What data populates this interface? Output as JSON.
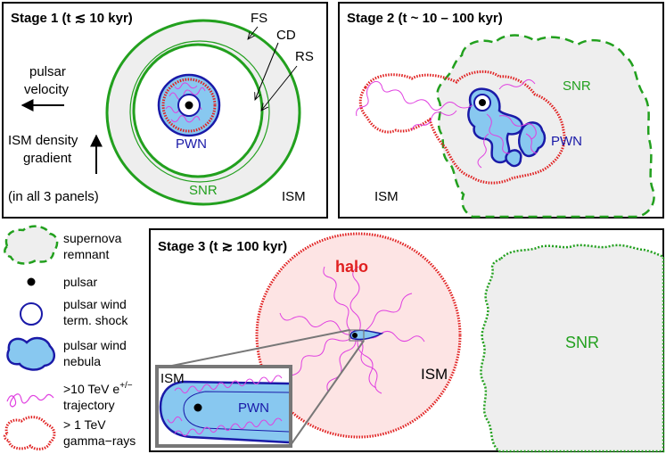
{
  "panels": {
    "stage1": {
      "title": "Stage 1 (t ≲ 10 kyr)",
      "labels": {
        "fs": "FS",
        "cd": "CD",
        "rs": "RS",
        "pwn": "PWN",
        "snr": "SNR",
        "ism": "ISM",
        "velocity_line1": "pulsar",
        "velocity_line2": "velocity",
        "gradient_line1": "ISM density",
        "gradient_line2": "gradient",
        "all_panels": "(in all 3 panels)"
      }
    },
    "stage2": {
      "title": "Stage 2 (t ~ 10 – 100 kyr)",
      "labels": {
        "snr": "SNR",
        "pwn": "PWN",
        "ism": "ISM"
      }
    },
    "stage3": {
      "title": "Stage 3 (t ≳ 100 kyr)",
      "labels": {
        "halo": "halo",
        "ism": "ISM",
        "snr": "SNR",
        "inset_ism": "ISM",
        "inset_pwn": "PWN"
      }
    }
  },
  "legend": [
    {
      "icon": "snr-outline-icon",
      "line1": "supernova",
      "line2": "remnant"
    },
    {
      "icon": "pulsar-dot-icon",
      "line1": "pulsar",
      "line2": ""
    },
    {
      "icon": "termination-shock-icon",
      "line1": "pulsar wind",
      "line2": "term. shock"
    },
    {
      "icon": "pwn-blob-icon",
      "line1": "pulsar wind",
      "line2": "nebula"
    },
    {
      "icon": "trajectory-icon",
      "line1": ">10 TeV e",
      "line1_sup": "+/−",
      "line2": "trajectory"
    },
    {
      "icon": "gamma-halo-icon",
      "line1": "> 1 TeV",
      "line2": "gamma−rays"
    }
  ],
  "colors": {
    "snr_green": "#22a01e",
    "snr_fill": "#eeeeee",
    "pwn_blue": "#1a1aa8",
    "pwn_fill": "#88c8f0",
    "trajectory_magenta": "#e040e0",
    "gamma_red": "#e02020",
    "halo_fill": "#fde4e4",
    "inset_frame": "#777777"
  }
}
